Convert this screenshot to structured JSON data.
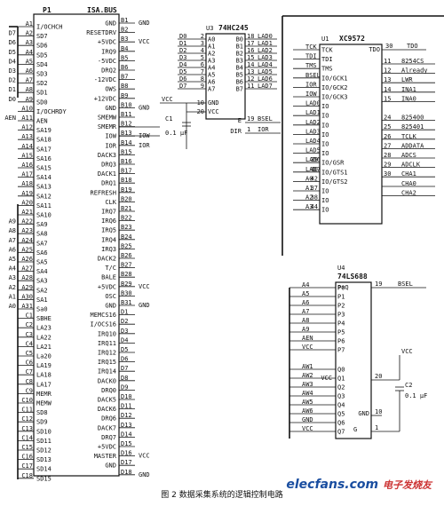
{
  "caption": "图 2  数据采集系统的逻辑控制电路",
  "watermark": "elecfans.com",
  "watermark_cn": "电子发烧友",
  "p1": {
    "ref": "P1",
    "name": "ISA.BUS",
    "left_pins": [
      "A1",
      "A2",
      "A3",
      "A4",
      "A5",
      "A6",
      "A7",
      "A8",
      "A9",
      "A10",
      "A11",
      "A12",
      "A13",
      "A14",
      "A15",
      "A16",
      "A17",
      "A18",
      "A19",
      "A20",
      "A21",
      "A22",
      "A23",
      "A24",
      "A25",
      "A26",
      "A27",
      "A28",
      "A29",
      "A30",
      "A31",
      "C1",
      "C2",
      "C3",
      "C4",
      "C5",
      "C6",
      "C7",
      "C8",
      "C9",
      "C10",
      "C11",
      "C12",
      "C13",
      "C14",
      "C15",
      "C16",
      "C17",
      "C18"
    ],
    "left_names": [
      "I/OCHCH",
      "SD7",
      "SD6",
      "SD5",
      "SD4",
      "SD3",
      "SD2",
      "SD1",
      "SD0",
      "I/OCHRDY",
      "AEN",
      "SA19",
      "SA18",
      "SA17",
      "SA16",
      "SA15",
      "SA14",
      "SA13",
      "SA12",
      "SA11",
      "SA10",
      "SA9",
      "SA8",
      "SA7",
      "SA6",
      "SA5",
      "SA4",
      "SA3",
      "SA2",
      "SA1",
      "Sa0",
      "SBHE",
      "LA23",
      "LA22",
      "LA21",
      "La20",
      "LA19",
      "LA18",
      "LA17",
      "MEMR",
      "MEMW",
      "SD8",
      "SD9",
      "SD10",
      "SD11",
      "SD12",
      "SD13",
      "SD14",
      "SD15"
    ],
    "left_nets": [
      "",
      "D7",
      "D6",
      "D5",
      "D4",
      "D3",
      "D2",
      "D1",
      "D0",
      "",
      "AEN",
      "",
      "",
      "",
      "",
      "",
      "",
      "",
      "",
      "",
      "",
      "A9",
      "A8",
      "A7",
      "A6",
      "A5",
      "A4",
      "A3",
      "A2",
      "A1",
      "A0",
      "",
      "",
      "",
      "",
      "",
      "",
      "",
      "",
      "",
      "",
      "",
      "",
      "",
      "",
      "",
      "",
      "",
      ""
    ],
    "right_pins": [
      "B1",
      "B2",
      "B3",
      "B4",
      "B5",
      "B6",
      "B7",
      "B8",
      "B9",
      "B10",
      "B11",
      "B12",
      "B13",
      "B14",
      "B15",
      "B16",
      "B17",
      "B18",
      "B19",
      "B20",
      "B21",
      "B22",
      "B23",
      "B24",
      "B25",
      "B26",
      "B27",
      "B28",
      "B29",
      "B30",
      "B31",
      "D1",
      "D2",
      "D3",
      "D4",
      "D5",
      "D6",
      "D7",
      "D8",
      "D9",
      "D10",
      "D11",
      "D12",
      "D13",
      "D14",
      "D15",
      "D16",
      "D17",
      "D18"
    ],
    "right_names": [
      "GND",
      "RESETDRV",
      "+5VDC",
      "IRQ9",
      "-5VDC",
      "DRQ2",
      "-12VDC",
      "OWS",
      "+12VDC",
      "GND",
      "SMEMW",
      "SMEMR",
      "IOW",
      "IOR",
      "DACK3",
      "DRQ3",
      "DACK1",
      "DRQ1",
      "REFRESH",
      "CLK",
      "IRQ7",
      "IRQ6",
      "IRQ5",
      "IRQ4",
      "IRQ3",
      "DACK2",
      "T/C",
      "BALE",
      "+5VDC",
      "OSC",
      "GND",
      "MEMCS16",
      "I/OCS16",
      "IRQ10",
      "IRQ11",
      "IRQ12",
      "IRQ15",
      "IRQ14",
      "DACK0",
      "DRQ0",
      "DACK5",
      "DACK6",
      "DRQ6",
      "DACK7",
      "DRQ7",
      "+5VDC",
      "MASTER",
      "GND"
    ],
    "right_nets": [
      "GND",
      "",
      "VCC",
      "",
      "",
      "",
      "",
      "",
      "",
      "GND",
      "",
      "",
      "IOW",
      "IOR",
      "",
      "",
      "",
      "",
      "",
      "",
      "",
      "",
      "",
      "",
      "",
      "",
      "",
      "",
      "VCC",
      "",
      "GND",
      "",
      "",
      "",
      "",
      "",
      "",
      "",
      "",
      "",
      "",
      "",
      "",
      "",
      "",
      "",
      "VCC",
      "",
      "GND"
    ]
  },
  "u3": {
    "ref": "U3",
    "name": "74HC245",
    "a_in_nets": [
      "D0",
      "D1",
      "D2",
      "D3",
      "D4",
      "D5",
      "D6",
      "D7"
    ],
    "a_pins": [
      "2",
      "3",
      "4",
      "5",
      "6",
      "7",
      "8",
      "9"
    ],
    "a_names": [
      "A0",
      "A1",
      "A2",
      "A3",
      "A4",
      "A5",
      "A6",
      "A7"
    ],
    "b_pins": [
      "18",
      "17",
      "16",
      "15",
      "14",
      "13",
      "12",
      "11"
    ],
    "b_names": [
      "B0",
      "B1",
      "B2",
      "B3",
      "B4",
      "B5",
      "B6",
      "B7"
    ],
    "b_nets": [
      "LAD0",
      "LAD1",
      "LAD2",
      "LAD3",
      "LAD4",
      "LAD5",
      "LAD6",
      "LAD7"
    ],
    "gnd_pin": "10",
    "gnd_label": "GND",
    "vcc_pin": "20",
    "vcc_label": "VCC",
    "e_label": "E",
    "e_pin": "19",
    "e_net": "BSEL",
    "dir_label": "DIR",
    "dir_pin": "1",
    "dir_net": "IOR"
  },
  "c1": {
    "ref": "C1",
    "value": "0.1 μF",
    "net": "VCC"
  },
  "u1": {
    "ref": "U1",
    "name": "XC9572",
    "left_nets": [
      "TCK",
      "TDI",
      "TMS",
      "BSEL",
      "IOR",
      "IOW",
      "LAD0",
      "LAD1",
      "LAD2",
      "LAD3",
      "LAD4",
      "LAD5",
      "LAD6",
      "LAD7",
      "A0",
      "A1",
      "A2",
      "A3"
    ],
    "left_names": [
      "TCK",
      "TDI",
      "TMS",
      "IO/GCK1",
      "IO/GCK2",
      "IO/GCK3",
      "IO",
      "IO",
      "IO",
      "IO",
      "IO",
      "IO",
      "IO/GSR",
      "IO/GTS1",
      "IO/GTS2",
      "IO",
      "IO",
      "IO"
    ],
    "left_pins": [
      "",
      "",
      "",
      "",
      "",
      "",
      "",
      "",
      "",
      "",
      "",
      "",
      "39",
      "40",
      "42",
      "37",
      "38",
      "44"
    ],
    "right_pin_tdo": "30",
    "right_name_tdo": "TDO",
    "right_net_tdo": "TDO",
    "right_pins": [
      "11",
      "12",
      "13",
      "14",
      "15",
      "",
      "24",
      "25",
      "26",
      "27",
      "28",
      "29",
      "30"
    ],
    "right_nets": [
      "8254CS",
      "Already",
      "LWR",
      "INA1",
      "INA0",
      "",
      "825400",
      "825401",
      "TCLK",
      "ADDATA",
      "ADCS",
      "ADCLK",
      "CHA1"
    ],
    "extra_nets": [
      "CHA0",
      "CHA2"
    ]
  },
  "u4": {
    "ref": "U4",
    "name": "74LS688",
    "p_nets": [
      "A4",
      "A5",
      "A6",
      "A7",
      "A8",
      "A9",
      "AEN",
      "VCC"
    ],
    "p_names": [
      "P0",
      "P1",
      "P2",
      "P3",
      "P4",
      "P5",
      "P6",
      "P7"
    ],
    "q_nets": [
      "AW1",
      "AW2",
      "AW3",
      "AW4",
      "AW5",
      "AW6",
      "GND",
      "VCC"
    ],
    "q_names": [
      "Q0",
      "Q1",
      "Q2",
      "Q3",
      "Q4",
      "Q5",
      "Q6",
      "Q7"
    ],
    "out_label": "P=Q",
    "out_pin": "19",
    "out_net": "BSEL",
    "vcc_label": "VCC",
    "vcc_pin": "20",
    "gnd_label": "GND",
    "gnd_pin": "10",
    "g_label": "G",
    "g_pin": "1"
  },
  "c2": {
    "ref": "C2",
    "value": "0.1 μF",
    "net": "VCC"
  }
}
